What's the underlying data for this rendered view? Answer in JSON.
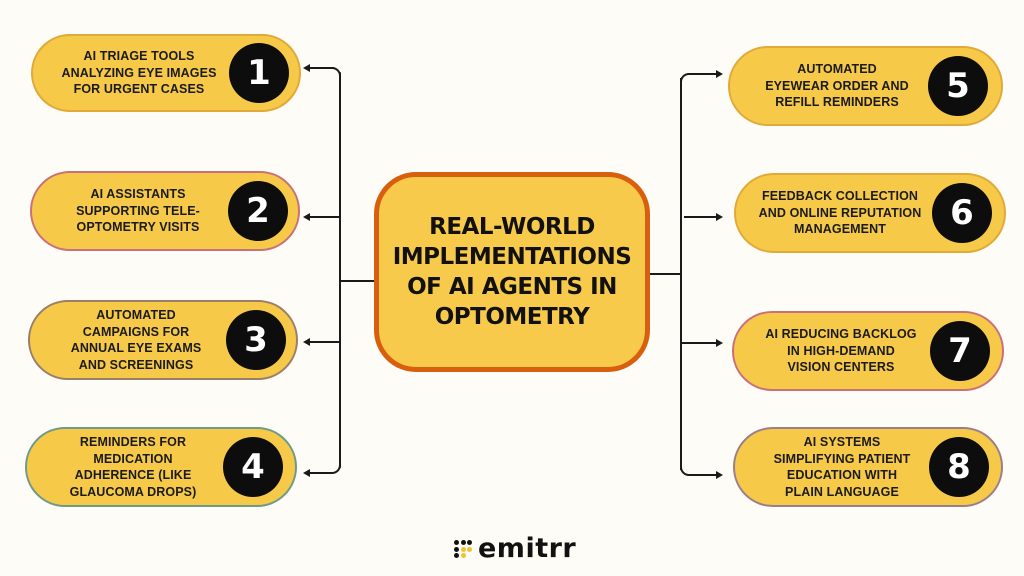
{
  "center": {
    "title_lines": [
      "REAL-WORLD",
      "IMPLEMENTATIONS",
      "OF AI AGENTS IN",
      "OPTOMETRY"
    ]
  },
  "items": [
    {
      "number": "1",
      "lines": [
        "AI TRIAGE TOOLS",
        "ANALYZING EYE IMAGES",
        "FOR URGENT CASES"
      ],
      "border": "#e0a93a"
    },
    {
      "number": "2",
      "lines": [
        "AI ASSISTANTS",
        "SUPPORTING TELE-",
        "OPTOMETRY VISITS"
      ],
      "border": "#c9707a"
    },
    {
      "number": "3",
      "lines": [
        "AUTOMATED",
        "CAMPAIGNS FOR",
        "ANNUAL EYE EXAMS",
        "AND SCREENINGS"
      ],
      "border": "#9a7f6a"
    },
    {
      "number": "4",
      "lines": [
        "REMINDERS FOR",
        "MEDICATION",
        "ADHERENCE (LIKE",
        "GLAUCOMA DROPS)"
      ],
      "border": "#6f9a86"
    },
    {
      "number": "5",
      "lines": [
        "AUTOMATED",
        "EYEWEAR ORDER AND",
        "REFILL REMINDERS"
      ],
      "border": "#e0a93a"
    },
    {
      "number": "6",
      "lines": [
        "FEEDBACK COLLECTION",
        "AND ONLINE REPUTATION",
        "MANAGEMENT"
      ],
      "border": "#e0a93a"
    },
    {
      "number": "7",
      "lines": [
        "AI REDUCING BACKLOG",
        "IN HIGH-DEMAND",
        "VISION CENTERS"
      ],
      "border": "#c9707a"
    },
    {
      "number": "8",
      "lines": [
        "AI SYSTEMS",
        "SIMPLIFYING PATIENT",
        "EDUCATION WITH",
        "PLAIN LANGUAGE"
      ],
      "border": "#9a7f8a"
    }
  ],
  "colors": {
    "background": "#fdfcf6",
    "pill_fill": "#f7c948",
    "center_fill": "#f8ca4b",
    "center_border": "#d85f10",
    "number_circle": "#0d0d0d"
  },
  "logo": {
    "icon": "emitrr-dot-grid-icon",
    "wordmark": "emitrr"
  }
}
